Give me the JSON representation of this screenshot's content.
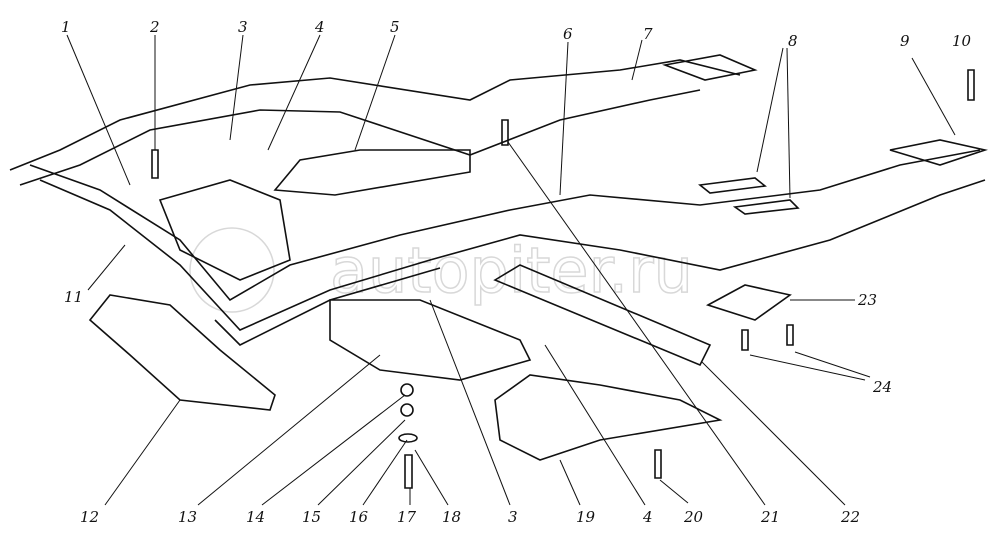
{
  "diagram": {
    "watermark": "autopiter.ru",
    "callouts": [
      {
        "id": "c1",
        "text": "1"
      },
      {
        "id": "c2",
        "text": "2"
      },
      {
        "id": "c3a",
        "text": "3"
      },
      {
        "id": "c4a",
        "text": "4"
      },
      {
        "id": "c5",
        "text": "5"
      },
      {
        "id": "c6",
        "text": "6"
      },
      {
        "id": "c7",
        "text": "7"
      },
      {
        "id": "c8",
        "text": "8"
      },
      {
        "id": "c9",
        "text": "9"
      },
      {
        "id": "c10",
        "text": "10"
      },
      {
        "id": "c11",
        "text": "11"
      },
      {
        "id": "c12",
        "text": "12"
      },
      {
        "id": "c13",
        "text": "13"
      },
      {
        "id": "c14",
        "text": "14"
      },
      {
        "id": "c15",
        "text": "15"
      },
      {
        "id": "c16",
        "text": "16"
      },
      {
        "id": "c17",
        "text": "17"
      },
      {
        "id": "c18",
        "text": "18"
      },
      {
        "id": "c3b",
        "text": "3"
      },
      {
        "id": "c19",
        "text": "19"
      },
      {
        "id": "c4b",
        "text": "4"
      },
      {
        "id": "c20",
        "text": "20"
      },
      {
        "id": "c21",
        "text": "21"
      },
      {
        "id": "c22",
        "text": "22"
      },
      {
        "id": "c23",
        "text": "23"
      },
      {
        "id": "c24",
        "text": "24"
      }
    ]
  }
}
